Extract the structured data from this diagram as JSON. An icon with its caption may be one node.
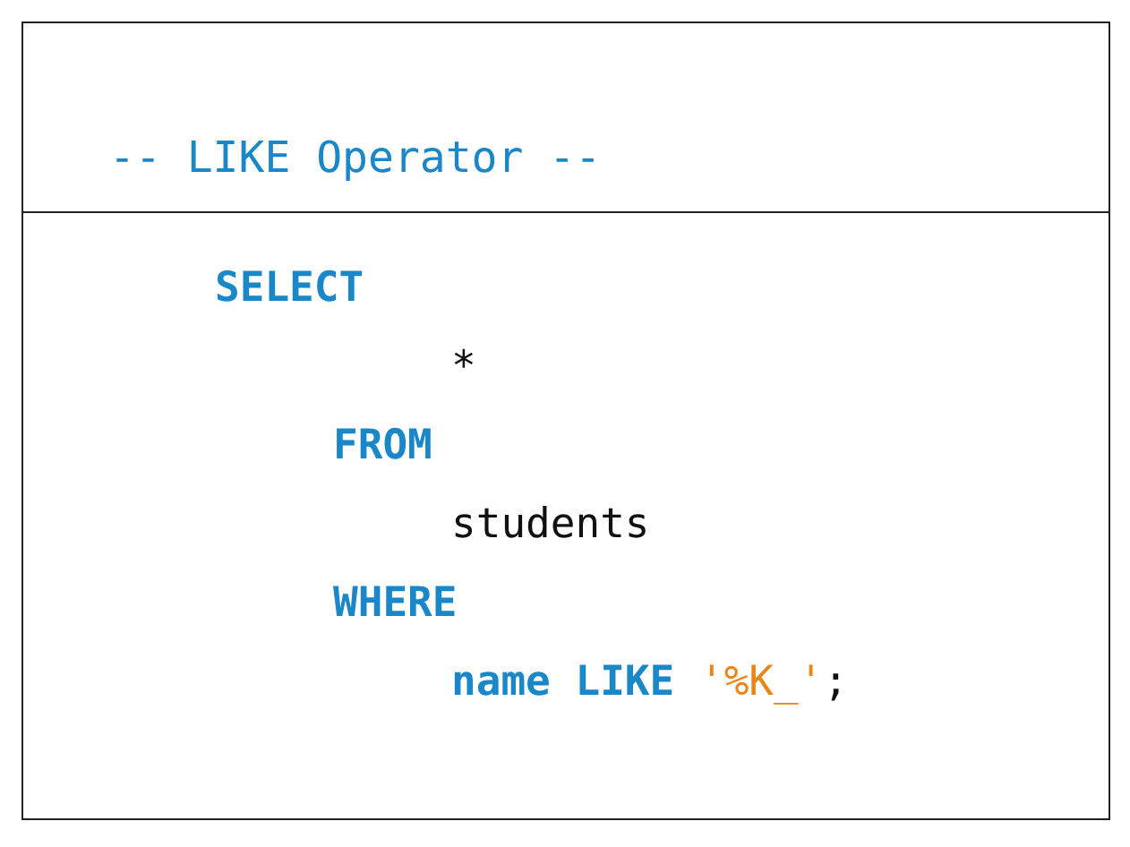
{
  "diagram": {
    "nodes": [
      {
        "text": [
          "-- LIKE Operator --"
        ]
      },
      {
        "text": [
          "SELECT",
          "*",
          "FROM",
          "students",
          "WHERE",
          "name LIKE '%K_';"
        ]
      }
    ],
    "edges": []
  }
}
